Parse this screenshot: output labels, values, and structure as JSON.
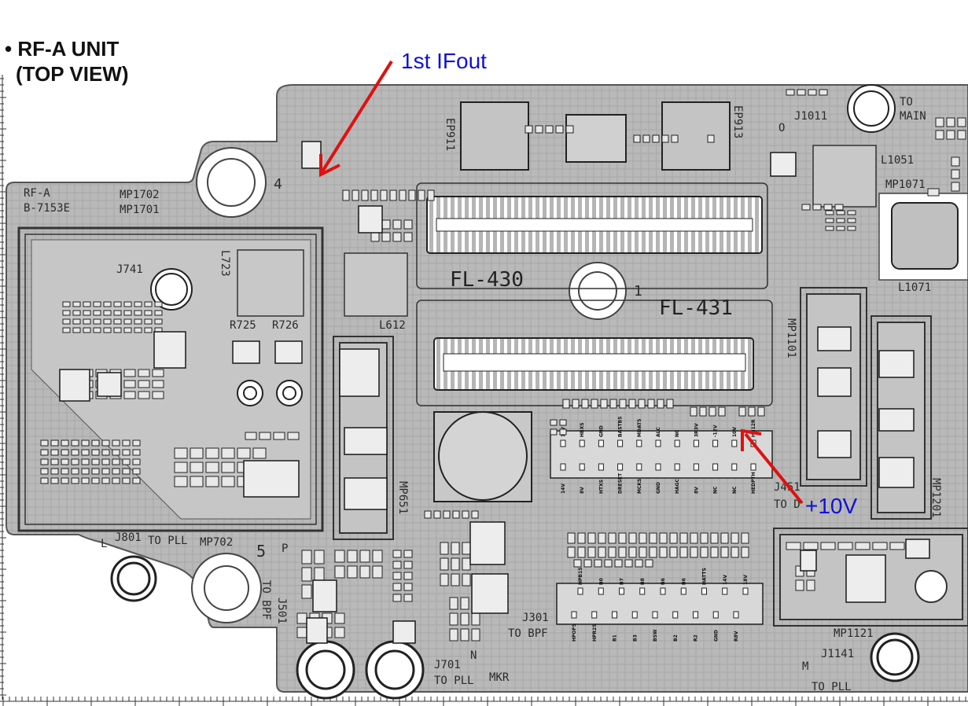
{
  "title": {
    "line1": "• RF-A UNIT",
    "line2": "(TOP VIEW)"
  },
  "annotations": {
    "if_out": "1st IFout",
    "plus10v": "+10V",
    "arrow_color": "#e01010",
    "text_color": "#1010d8"
  },
  "board": {
    "board_name": "RF-A",
    "board_code": "B-7153E",
    "corner_marks": [
      "4",
      "1",
      "5"
    ],
    "labels": {
      "mp1702": "MP1702",
      "mp1701": "MP1701",
      "j741": "J741",
      "l723": "L723",
      "r725": "R725",
      "r726": "R726",
      "l612": "L612",
      "fl430": "FL-430",
      "fl431": "FL-431",
      "ep911": "EP911",
      "ep913": "EP913",
      "j1011": "J1011",
      "to_main_1": "TO",
      "to_main_2": "MAIN",
      "l1051": "L1051",
      "mp1071": "MP1071",
      "l1071": "L1071",
      "mp1101": "MP1101",
      "mp1201": "MP1201",
      "mp651": "MP651",
      "j451": "J451",
      "to_dsp": "TO D",
      "j801": "J801",
      "to_pll_801": "TO PLL",
      "mp702": "MP702",
      "l_mark": "L",
      "p_mark": "P",
      "to_bpf_v": "TO BPF",
      "j501": "J501",
      "j301": "J301",
      "to_bpf_301": "TO BPF",
      "j701": "J701",
      "to_pll_701": "TO PLL",
      "mkr": "MKR",
      "n_mark": "N",
      "mp1121": "MP1121",
      "j1141": "J1141",
      "m_mark": "M",
      "to_pll_1141": "TO PLL",
      "o_mark": "O"
    },
    "j451_top_pins": [
      "14V",
      "HBXS",
      "GND",
      "BASTB5",
      "MDAT5",
      "ALC",
      "NC",
      "3R3V",
      "-12V",
      "10V",
      "HB12R"
    ],
    "j451_bottom_pins": [
      "14V",
      "8V",
      "HTXS",
      "DRESET",
      "MCKS",
      "GND",
      "HAGC",
      "8V",
      "NC",
      "NC",
      "HEDPTH"
    ],
    "j301_top_pins": [
      "HPB15",
      "B0",
      "B7",
      "B8",
      "B6",
      "B6",
      "HATTS",
      "14V",
      "18V"
    ],
    "j301_bottom_pins": [
      "HPOFS",
      "HPR25",
      "B1",
      "B3",
      "BSW",
      "B2",
      "R2",
      "GND",
      "R8V"
    ]
  }
}
